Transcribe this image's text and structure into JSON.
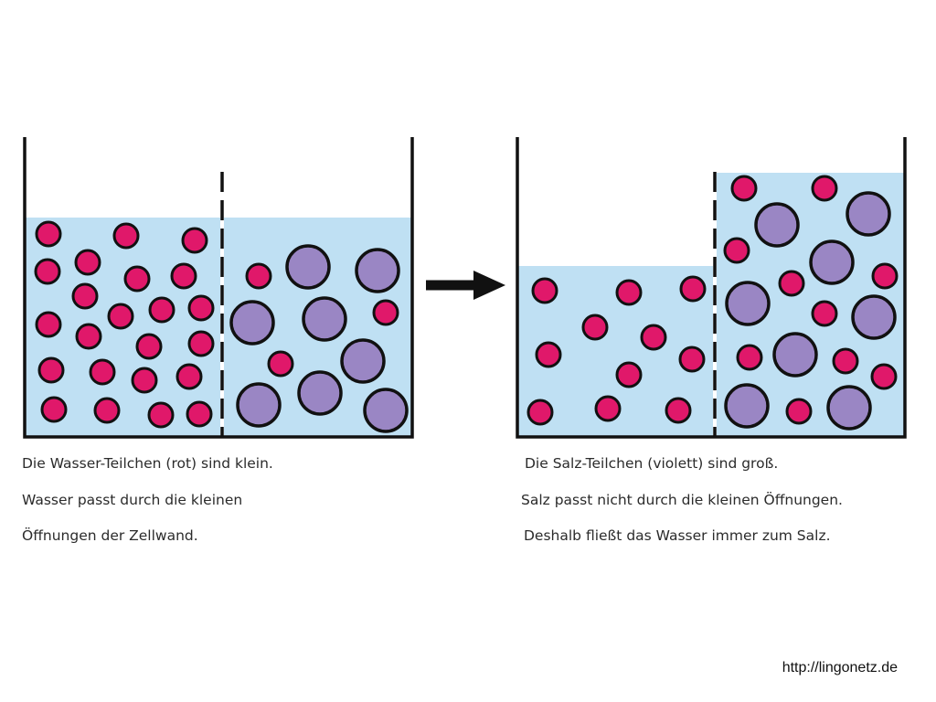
{
  "captions": {
    "left": [
      "Die Wasser-Teilchen (rot) sind klein.",
      "Wasser passt durch die kleinen",
      "Öffnungen der Zellwand."
    ],
    "right": [
      "Die Salz-Teilchen (violett) sind groß.",
      "Salz passt nicht durch die kleinen Öffnungen.",
      "Deshalb fließt das Wasser immer zum Salz."
    ]
  },
  "credit": "http://lingonetz.de",
  "colors": {
    "water": "#bfe0f3",
    "water_particle": "#e0186a",
    "salt_particle": "#9a86c4",
    "outline": "#111111",
    "arrow": "#111111"
  }
}
